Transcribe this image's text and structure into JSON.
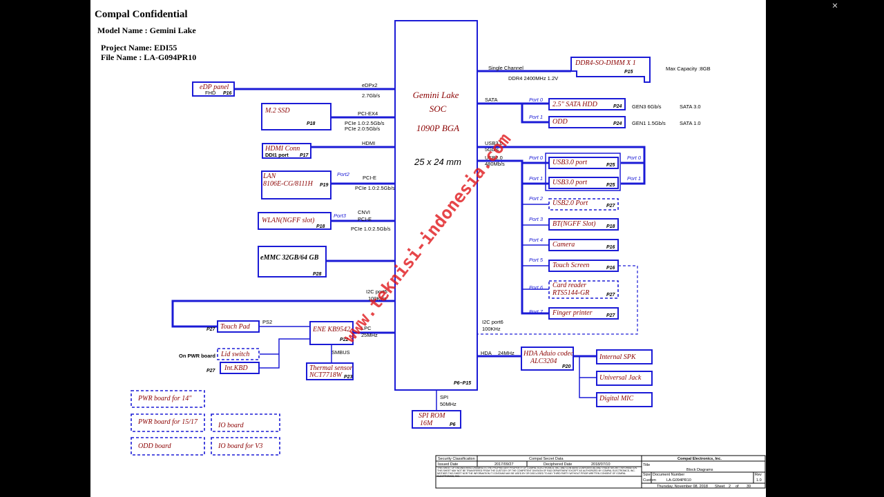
{
  "header": {
    "confidential": "Compal Confidential",
    "model": "Model Name : Gemini Lake",
    "project": "Project Name: EDI55",
    "file": "File Name : LA-G094PR10"
  },
  "soc": {
    "line1": "Gemini Lake",
    "line2": "SOC",
    "line3": "1090P BGA",
    "size": "25 x 24 mm",
    "page": "P6~P15"
  },
  "left_blocks": {
    "edp": {
      "name": "eDP panel",
      "sub": "FHD",
      "page": "P16",
      "sig": "eDPx2",
      "speed": "2.7Gb/s"
    },
    "ssd": {
      "name": "M.2 SSD",
      "page": "P18",
      "sig": "PCI-EX4",
      "speed1": "PCIe 1.0:2.5Gb/s",
      "speed2": "PCIe 2.0:5Gb/s"
    },
    "hdmi": {
      "name": "HDMI Conn",
      "sub": "DDI1 port",
      "page": "P17",
      "sig": "HDMI"
    },
    "lan": {
      "name1": "LAN",
      "name2": "8106E-CG/8111H",
      "page": "P19",
      "port": "Port2",
      "sig": "PCI-E",
      "speed": "PCIe 1.0:2.5Gb/s"
    },
    "wlan": {
      "name": "WLAN(NGFF slot)",
      "page": "P18",
      "port": "Port3",
      "sig1": "CNVI",
      "sig2": "PCI-E",
      "speed": "PCIe 1.0:2.5Gb/s"
    },
    "emmc": {
      "name": "eMMC 32GB/64 GB",
      "page": "P28"
    },
    "i2c5": {
      "sig": "I2C port5",
      "speed": "100KHz"
    },
    "touchpad": {
      "name": "Touch Pad",
      "page": "P27",
      "sig": "PS2"
    },
    "ec": {
      "name": "ENE KB9542",
      "page": "P22",
      "sig": "LPC",
      "speed": "25MHz",
      "smbus": "SMBUS"
    },
    "lid": {
      "name": "Lid switch",
      "note": "On PWR board"
    },
    "kbd": {
      "name": "Int.KBD",
      "page": "P27"
    },
    "thermal": {
      "name1": "Thermal sensor",
      "name2": "NCT7718W",
      "page": "P23"
    }
  },
  "right_blocks": {
    "ddr": {
      "name": "DDR4-SO-DIMM X 1",
      "page": "P15",
      "sig": "Single Channel",
      "speed": "DDR4 2400MHz 1.2V",
      "cap": "Max Capacity :8GB"
    },
    "sata_sig": "SATA",
    "hdd": {
      "name": "2.5\" SATA HDD",
      "page": "P24",
      "port": "Port 0",
      "gen": "GEN3 6Gb/s",
      "sata": "SATA 3.0"
    },
    "odd": {
      "name": "ODD",
      "page": "P24",
      "port": "Port 1",
      "gen": "GEN1 1.5Gb/s",
      "sata": "SATA 1.0"
    },
    "usb": {
      "sig1": "USB3.0",
      "speed1": "5Gb/s",
      "sig2": "USB2.0",
      "speed2": "480Mb/s"
    },
    "usb30a": {
      "name": "USB3.0 port",
      "page": "P25",
      "port": "Port 0",
      "port3": "Port 0"
    },
    "usb30b": {
      "name": "USB3.0 port",
      "page": "P25",
      "port": "Port 1",
      "port3": "Port 1"
    },
    "usb20": {
      "name": "USB2.0 Port",
      "page": "P27",
      "port": "Port 2"
    },
    "bt": {
      "name": "BT(NGFF Slot)",
      "page": "P18",
      "port": "Port 3"
    },
    "camera": {
      "name": "Camera",
      "page": "P16",
      "port": "Port 4"
    },
    "touchscreen": {
      "name": "Touch Screen",
      "page": "P16",
      "port": "Port 5"
    },
    "cardreader": {
      "name1": "Card reader",
      "name2": "RTS5144-GR",
      "page": "P27",
      "port": "Port 6"
    },
    "finger": {
      "name": "Finger printer",
      "page": "P27",
      "port": "Port 7"
    },
    "i2c6": {
      "sig": "I2C port6",
      "speed": "100KHz"
    },
    "codec": {
      "name1": "HDA Aduio codec",
      "name2": "ALC3204",
      "page": "P20",
      "sig": "HDA",
      "speed": "24MHz"
    },
    "spk": {
      "name": "Internal SPK"
    },
    "jack": {
      "name": "Universal Jack"
    },
    "mic": {
      "name": "Digital MIC"
    }
  },
  "spi": {
    "sig": "SPI",
    "speed": "50MHz",
    "name1": "SPI ROM",
    "name2": "16M",
    "page": "P6"
  },
  "boards": {
    "b14": "PWR board for 14\"",
    "b1517": "PWR board for 15/17",
    "io": "IO board",
    "odd": "ODD board",
    "iov3": "IO board for V3"
  },
  "title_block": {
    "sec_class": "Security Classification",
    "secret": "Compal Secret Data",
    "company": "Compal Electronics, Inc.",
    "issued": "Issued Date",
    "issued_val": "2017/09/27",
    "deciphered": "Deciphered Date",
    "deciphered_val": "2018/07/10",
    "title_lbl": "Title",
    "title": "Block Diagrams",
    "size_lbl": "Size",
    "doc_lbl": "Document Number",
    "rev_lbl": "Rev",
    "custom": "Custom",
    "doc": "LA-G094PR10",
    "rev": "1.0",
    "date": "Thursday, November 08, 2018",
    "sheet": "Sheet",
    "sheet_of": "of",
    "sheet_n": "2",
    "sheet_total": "39",
    "notice": "THIS SHEET OF ENGINEERING DRAWING IS THE PROPRIETARY PROPERTY OF COMPAL ELECTRONICS, INC. AND CONTAINS CONFIDENTIAL AND TRADE SECRET INFORMATION. THIS SHEET MAY NOT BE TRANSFERED FROM THE CUSTODY OF THE COMPETENT DIVISION OF R&D DEPARTMENT EXCEPT AS AUTHORIZED BY COMPAL ELECTRONICS, INC. NEITHER THIS SHEET NOR THE INFORMATION IT CONTAINS MAY BE USED BY OR DISCLOSED TO ANY THIRD PARTY WITHOUT PRIOR WRITTEN CONSENT OF COMPAL ELECTRONICS, INC."
  },
  "watermark": "www.teknisi-indonesia.com",
  "viewer": {
    "close_icon": "close-icon"
  },
  "colors": {
    "line": "#1a1ad6",
    "label": "#8b0000",
    "watermark": "#e0181c"
  }
}
